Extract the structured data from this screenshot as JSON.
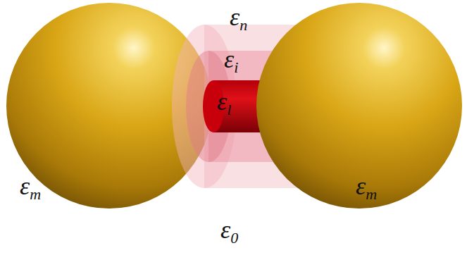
{
  "diagram": {
    "labels": [
      "εn",
      "εi",
      "εl",
      "εm",
      "εm",
      "ε0"
    ]
  }
}
